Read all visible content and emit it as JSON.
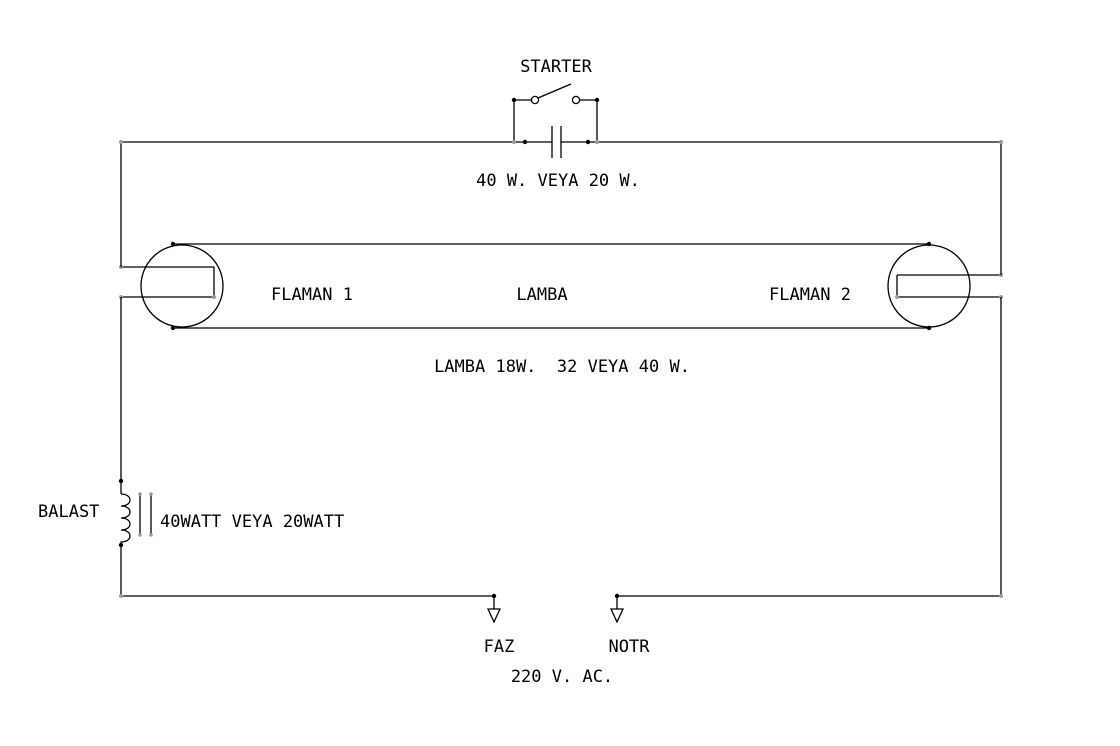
{
  "labels": {
    "starter": "STARTER",
    "capacitor_rating": "40 W. VEYA 20 W.",
    "filament_1": "FLAMAN 1",
    "lamp": "LAMBA",
    "filament_2": "FLAMAN 2",
    "lamp_rating": "LAMBA 18W.  32 VEYA 40 W.",
    "ballast": "BALAST",
    "ballast_rating": "40WATT VEYA 20WATT",
    "phase": "FAZ",
    "neutral": "NOTR",
    "supply": "220 V. AC."
  }
}
